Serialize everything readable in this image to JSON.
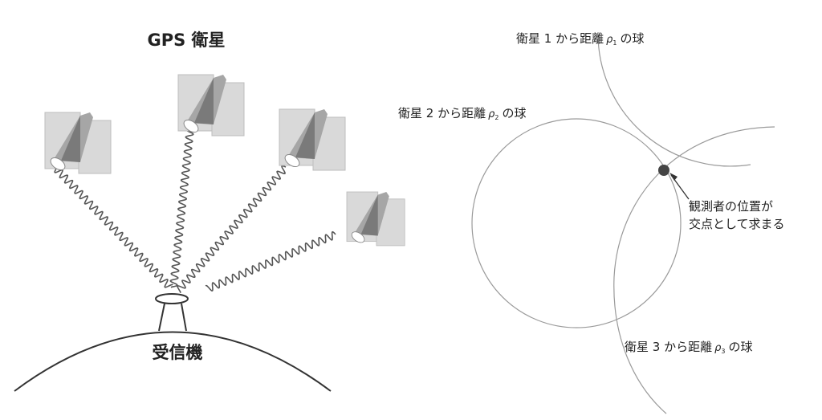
{
  "left_diagram": {
    "title": "GPS 衛星",
    "receiver_label": "受信機",
    "satellite_count": 4
  },
  "right_diagram": {
    "sphere_1": {
      "prefix": "衛星 1 から距離",
      "rho": "ρ",
      "sub": "1",
      "suffix": "の球"
    },
    "sphere_2": {
      "prefix": "衛星 2 から距離",
      "rho": "ρ",
      "sub": "2",
      "suffix": "の球"
    },
    "sphere_3": {
      "prefix": "衛星 3 から距離",
      "rho": "ρ",
      "sub": "3",
      "suffix": "の球"
    },
    "observer_label_line1": "観測者の位置が",
    "observer_label_line2": "交点として求まる"
  },
  "colors": {
    "satellite_light": "#d9d9d9",
    "satellite_mid": "#a6a6a6",
    "satellite_dark": "#7a7a7a",
    "circle_stroke": "#9a9a9a",
    "wave_stroke": "#555555",
    "intersection_dot": "#444444"
  }
}
